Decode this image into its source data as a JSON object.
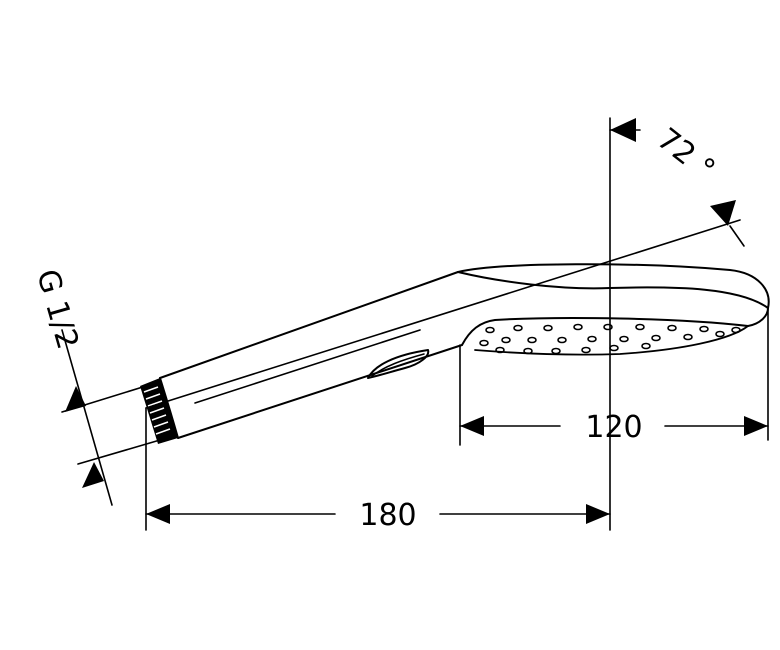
{
  "drawing": {
    "thread_label": "G 1/2",
    "length_dimension": "180",
    "head_width_dimension": "120",
    "angle_dimension": "72 °"
  }
}
